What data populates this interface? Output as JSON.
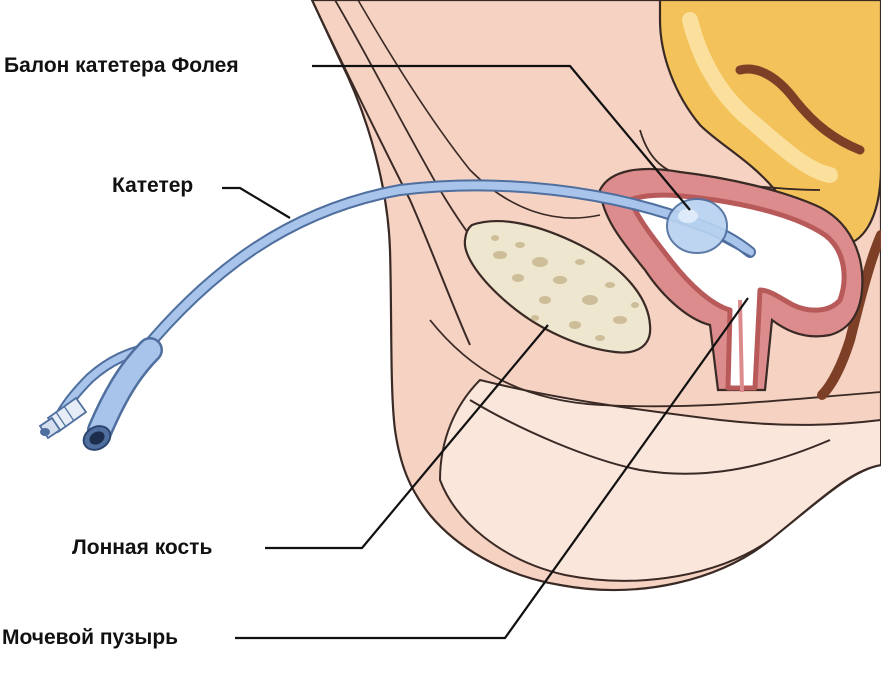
{
  "labels": {
    "balloon": "Балон катетера Фолея",
    "catheter": "Катетер",
    "pubic_bone": "Лонная кость",
    "bladder": "Мочевой пузырь"
  },
  "colors": {
    "skin": "#f6d2c2",
    "skin_light": "#fbe6dc",
    "outline": "#3a2a25",
    "bladder_wall": "#dc8c8c",
    "bladder_wall_dark": "#b85a5a",
    "uterus": "#f3c25a",
    "uterus_light": "#fbe3a3",
    "bone": "#efe6cf",
    "bone_spots": "#cdbd98",
    "catheter": "#a9c4ea",
    "catheter_dark": "#4f6f9f",
    "rectum_band": "#7d3f26",
    "leader_line": "#111111"
  }
}
